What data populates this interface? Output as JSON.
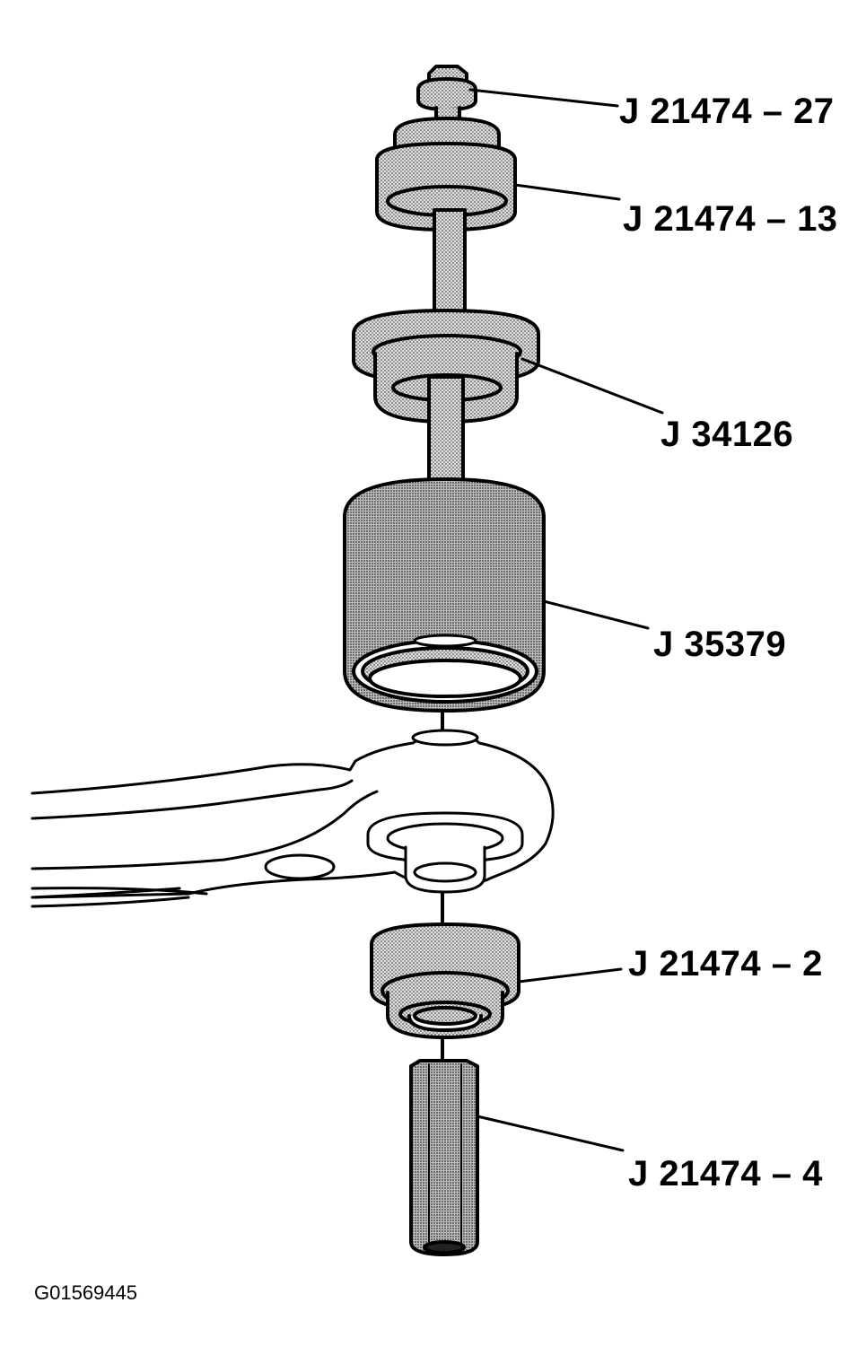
{
  "labels": {
    "nut": "J 21474 – 27",
    "washer": "J 21474 – 13",
    "installer": "J 34126",
    "receiver": "J 35379",
    "adapter": "J 21474 – 2",
    "bolt": "J 21474 – 4"
  },
  "figure_id": "G01569445",
  "colors": {
    "line": "#000000",
    "fill": "#c8c8c8",
    "paper": "#ffffff"
  }
}
